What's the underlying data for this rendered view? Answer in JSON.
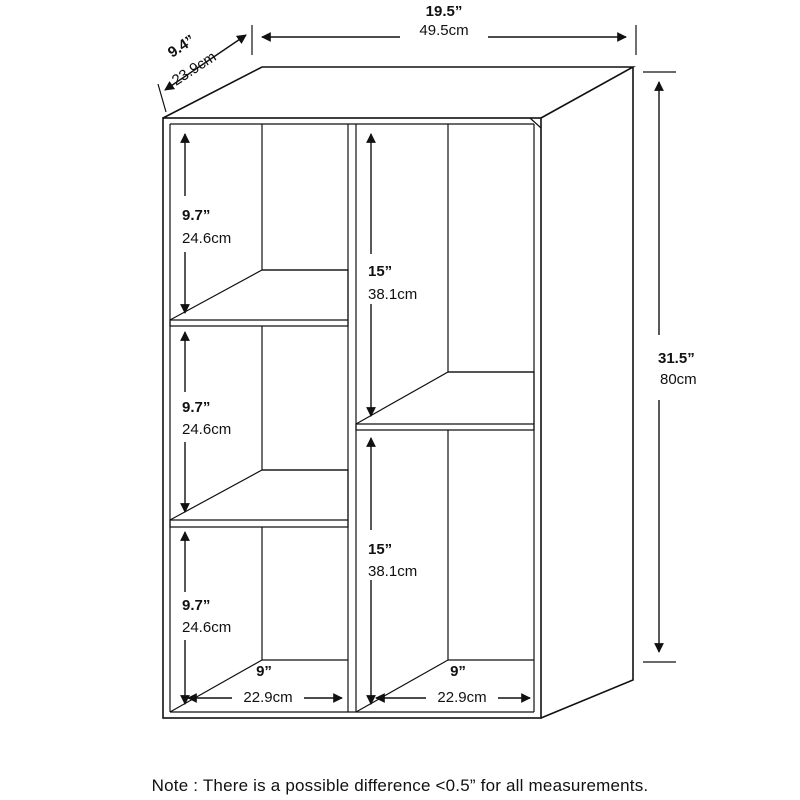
{
  "overall": {
    "width_in": "19.5”",
    "width_cm": "49.5cm",
    "depth_in": "9.4”",
    "depth_cm": "23.9cm",
    "height_in": "31.5”",
    "height_cm": "80cm"
  },
  "left_cubbies": [
    {
      "height_in": "9.7”",
      "height_cm": "24.6cm"
    },
    {
      "height_in": "9.7”",
      "height_cm": "24.6cm"
    },
    {
      "height_in": "9.7”",
      "height_cm": "24.6cm"
    }
  ],
  "right_cubbies": [
    {
      "height_in": "15”",
      "height_cm": "38.1cm"
    },
    {
      "height_in": "15”",
      "height_cm": "38.1cm"
    }
  ],
  "widths": {
    "left_in": "9”",
    "left_cm": "22.9cm",
    "right_in": "9”",
    "right_cm": "22.9cm"
  },
  "note": "Note : There is a possible difference <0.5” for all measurements."
}
